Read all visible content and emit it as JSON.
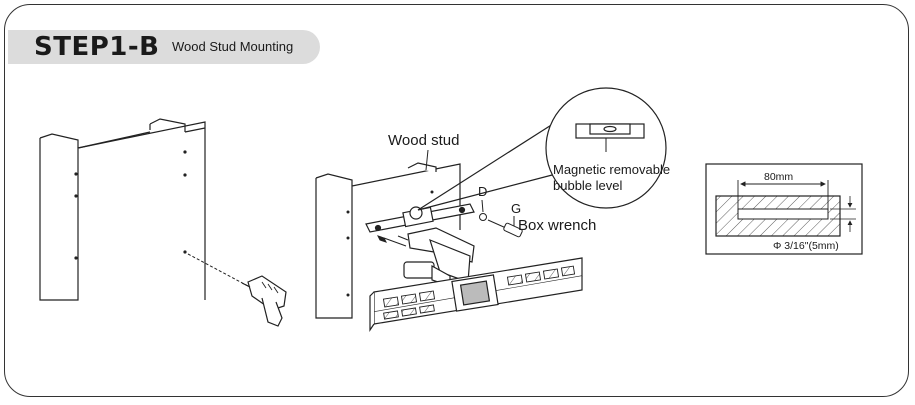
{
  "header": {
    "step_title": "STEP1-B",
    "subtitle": "Wood Stud Mounting"
  },
  "callouts": {
    "wood_stud": "Wood stud",
    "part_d": "D",
    "part_g": "G",
    "box_wrench": "Box wrench",
    "level_line1": "Magnetic removable",
    "level_line2": "bubble level"
  },
  "detail": {
    "depth": "80mm",
    "diameter": "Φ 3/16\"(5mm)"
  }
}
